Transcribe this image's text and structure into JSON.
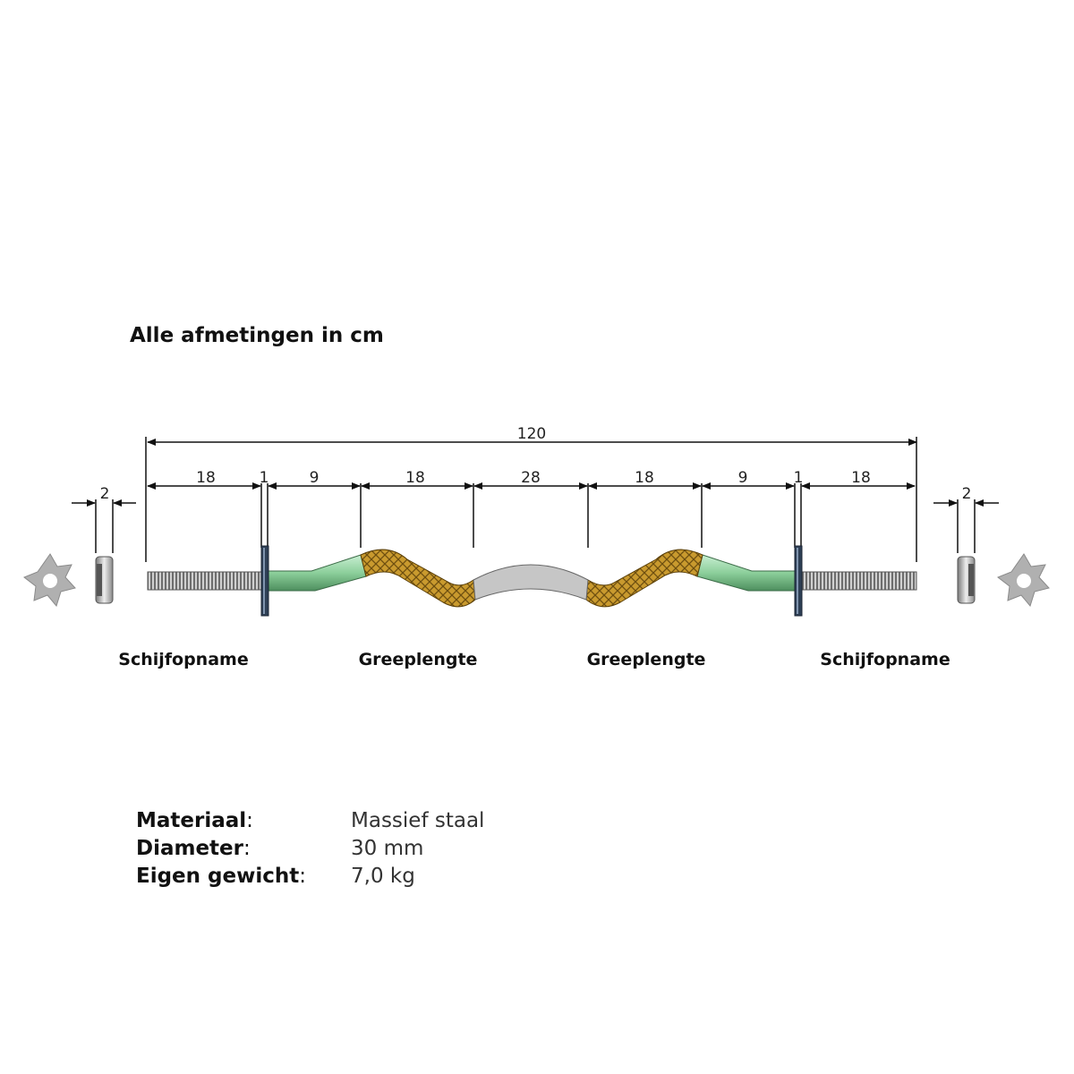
{
  "title": "Alle afmetingen in cm",
  "dimensions": {
    "total": "120",
    "collar_left": "2",
    "collar_right": "2",
    "segments": [
      "18",
      "1",
      "9",
      "18",
      "28",
      "18",
      "9",
      "1",
      "18"
    ]
  },
  "labels": {
    "sleeve_left": "Schijfopname",
    "grip_left": "Greeplengte",
    "grip_right": "Greeplengte",
    "sleeve_right": "Schijfopname"
  },
  "specs": [
    {
      "key": "Materiaal",
      "sep": ":",
      "value": "Massief staal"
    },
    {
      "key": "Diameter",
      "sep": ":",
      "value": "30 mm"
    },
    {
      "key": "Eigen gewicht",
      "sep": ":",
      "value": "7,0 kg"
    }
  ],
  "colors": {
    "thread": "#8c8c8c",
    "green_section": "#8ccf9b",
    "knurl": "#c99a2e",
    "center": "#c6c6c6",
    "plate": "#2e3f55",
    "collar": "#b8b8b8"
  }
}
